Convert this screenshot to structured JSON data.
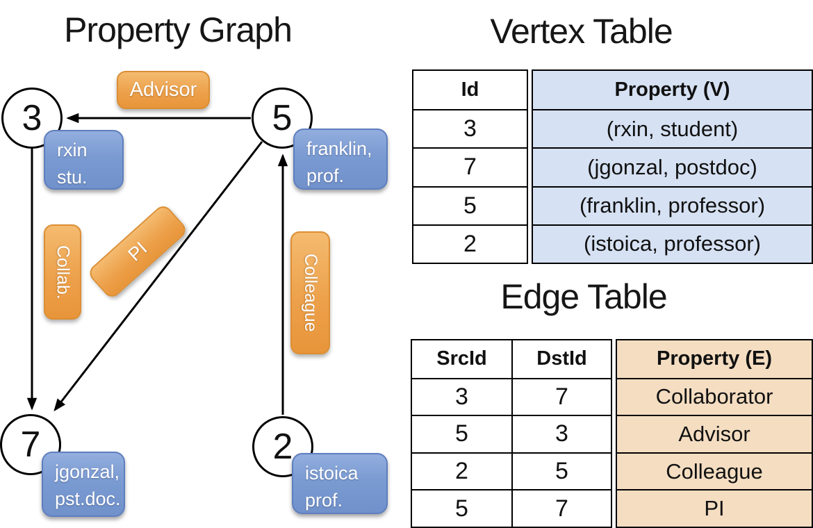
{
  "graph": {
    "title": "Property Graph",
    "nodes": [
      {
        "id": "3",
        "label_line1": "rxin",
        "label_line2": "stu."
      },
      {
        "id": "5",
        "label_line1": "franklin,",
        "label_line2": "prof."
      },
      {
        "id": "7",
        "label_line1": "jgonzal,",
        "label_line2": "pst.doc."
      },
      {
        "id": "2",
        "label_line1": "istoica",
        "label_line2": "prof."
      }
    ],
    "edge_labels": {
      "advisor": "Advisor",
      "collab": "Collab.",
      "pi": "PI",
      "colleague": "Colleague"
    }
  },
  "vertex_table": {
    "title": "Vertex Table",
    "headers": {
      "id": "Id",
      "property": "Property (V)"
    },
    "rows": [
      {
        "id": "3",
        "property": "(rxin, student)"
      },
      {
        "id": "7",
        "property": "(jgonzal, postdoc)"
      },
      {
        "id": "5",
        "property": "(franklin, professor)"
      },
      {
        "id": "2",
        "property": "(istoica, professor)"
      }
    ]
  },
  "edge_table": {
    "title": "Edge Table",
    "headers": {
      "src": "SrcId",
      "dst": "DstId",
      "property": "Property (E)"
    },
    "rows": [
      {
        "src": "3",
        "dst": "7",
        "property": "Collaborator"
      },
      {
        "src": "5",
        "dst": "3",
        "property": "Advisor"
      },
      {
        "src": "2",
        "dst": "5",
        "property": "Colleague"
      },
      {
        "src": "5",
        "dst": "7",
        "property": "PI"
      }
    ]
  },
  "colors": {
    "edge_pill": "#ECA14B",
    "vertex_pill": "#7C9BD3",
    "vertex_cell_bg": "#D6E1F3",
    "edge_cell_bg": "#F4DDC1",
    "line": "#000000"
  }
}
